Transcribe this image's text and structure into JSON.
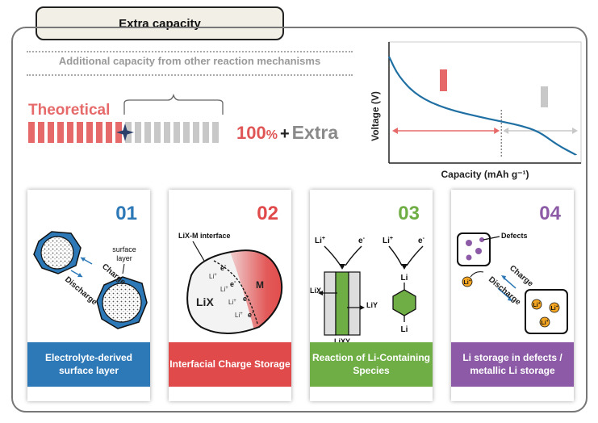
{
  "header": {
    "title": "Extra capacity"
  },
  "top": {
    "subtitle": "Additional capacity from other reaction mechanisms",
    "theoretical_label": "Theoretical",
    "percent_value": "100",
    "percent_sign": "%",
    "plus": "+",
    "extra_label": "Extra",
    "theoretical_fraction": 0.5,
    "colors": {
      "theoretical": "#e66a6a",
      "extra": "#c8c8c8",
      "marker": "#2b3f6b"
    }
  },
  "chart_data": {
    "type": "line",
    "xlabel": "Capacity (mAh g⁻¹)",
    "ylabel": "Voltage (V)",
    "series": [
      {
        "x": [
          0,
          0.05,
          0.15,
          0.3,
          0.5,
          0.6,
          0.7,
          0.8,
          0.9,
          1.0
        ],
        "y": [
          1.0,
          0.8,
          0.6,
          0.47,
          0.38,
          0.34,
          0.3,
          0.24,
          0.1,
          0.0
        ]
      }
    ],
    "grid": false,
    "color": "#1f6fa3",
    "theoretical_region_end_x": 0.6
  },
  "cards": [
    {
      "number": "01",
      "color": "#2d79b8",
      "label": "Electrolyte-derived surface layer",
      "art": {
        "top_label": "surface",
        "top_label2": "layer",
        "charge": "Charge",
        "discharge": "Discharge"
      }
    },
    {
      "number": "02",
      "color": "#e04a4a",
      "label": "Interfacial Charge Storage",
      "art": {
        "interface": "LiX-M interface",
        "lix": "LiX",
        "m": "M",
        "electron": "e",
        "charge_sign": "-",
        "li": "Li",
        "plus": "+"
      }
    },
    {
      "number": "03",
      "color": "#6fae45",
      "label": "Reaction of Li-Containing Species",
      "art": {
        "li": "Li",
        "plus": "+",
        "electron": "e",
        "minus": "-",
        "lix": "LiX",
        "liy": "LiY",
        "lixy": "LiXY"
      }
    },
    {
      "number": "04",
      "color": "#8c5aa6",
      "label": "Li storage in defects / metallic Li storage",
      "art": {
        "defects": "Defects",
        "charge": "Charge",
        "discharge": "Discharge",
        "li": "Li",
        "plus": "+"
      }
    }
  ]
}
